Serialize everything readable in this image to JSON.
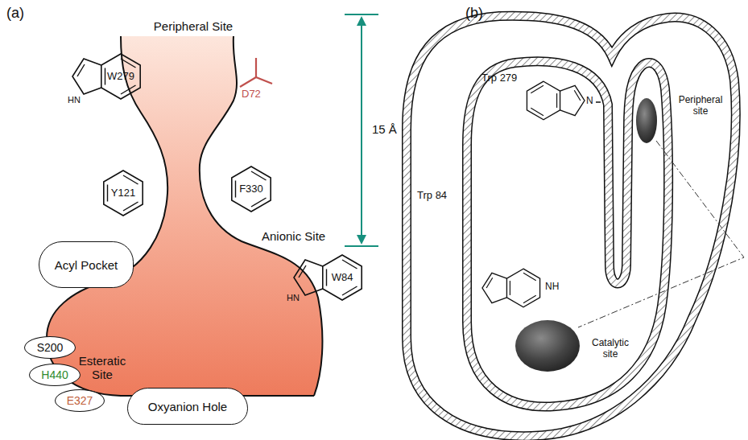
{
  "diagram": {
    "nodes": [
      {
        "text": [
          "Acyl Pocket"
        ]
      },
      {
        "text": [
          "S200"
        ]
      },
      {
        "text": [
          "H440"
        ]
      },
      {
        "text": [
          "E327"
        ]
      },
      {
        "text": [
          "Oxyanion Hole"
        ]
      }
    ],
    "labels": [
      "(a)",
      "Peripheral Site",
      "W279",
      "HN",
      "D72",
      "15 Å",
      "Y121",
      "F330",
      "Anionic Site",
      "W84",
      "HN",
      "Esteratic Site",
      "(b)",
      "Trp 279",
      "N",
      "Peripheral site",
      "Trp 84",
      "NH",
      "Catalytic site"
    ]
  }
}
